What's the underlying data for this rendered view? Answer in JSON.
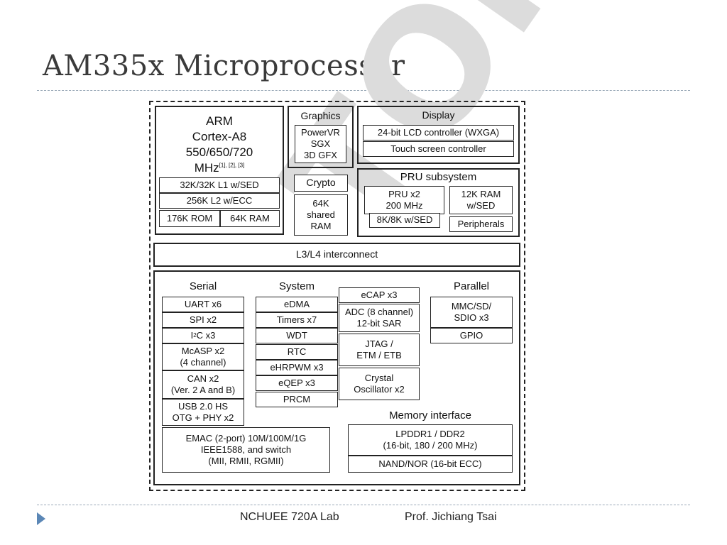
{
  "slide": {
    "title": "AM335x Microprocessor",
    "footer_lab": "NCHUEE 720A Lab",
    "footer_prof": "Prof. Jichiang Tsai"
  },
  "arm": {
    "heading": "ARM\nCortex-A8\n550/650/720\nMHz",
    "refs": "[1], [2], [3]",
    "l1": "32K/32K L1 w/SED",
    "l2": "256K L2 w/ECC",
    "rom": "176K ROM",
    "ram": "64K RAM"
  },
  "graphics": {
    "heading": "Graphics",
    "core": "PowerVR\nSGX\n3D GFX"
  },
  "crypto": "Crypto",
  "shared_ram": "64K\nshared\nRAM",
  "display": {
    "heading": "Display",
    "lcd": "24-bit LCD controller (WXGA)",
    "touch": "Touch screen controller"
  },
  "pru": {
    "heading": "PRU subsystem",
    "core": "PRU x2\n200 MHz",
    "mem": "8K/8K w/SED",
    "ram": "12K RAM\nw/SED",
    "peripherals": "Peripherals"
  },
  "interconnect": "L3/L4 interconnect",
  "serial": {
    "heading": "Serial",
    "items": [
      "UART x6",
      "SPI x2",
      "x3",
      "McASP x2\n(4 channel)",
      "CAN x2\n(Ver. 2 A and B)",
      "USB 2.0 HS\nOTG + PHY x2"
    ],
    "i2c_prefix": "I",
    "i2c_sup": "2",
    "i2c_suffix": "C x3"
  },
  "system": {
    "heading": "System",
    "items": [
      "eDMA",
      "Timers x7",
      "WDT",
      "RTC",
      "eHRPWM x3",
      "eQEP x3",
      "PRCM"
    ]
  },
  "misc": {
    "items": [
      "eCAP x3",
      "ADC (8 channel)\n12-bit SAR",
      "JTAG /\nETM / ETB",
      "Crystal\nOscillator x2"
    ]
  },
  "parallel": {
    "heading": "Parallel",
    "items": [
      "MMC/SD/\nSDIO x3",
      "GPIO"
    ]
  },
  "emac": "EMAC (2-port) 10M/100M/1G\nIEEE1588, and switch\n(MII, RMII, RGMII)",
  "memory": {
    "heading": "Memory interface",
    "items": [
      "LPDDR1 / DDR2\n(16-bit, 180 / 200 MHz)",
      "NAND/NOR (16-bit ECC)"
    ]
  },
  "watermark": "TONE"
}
